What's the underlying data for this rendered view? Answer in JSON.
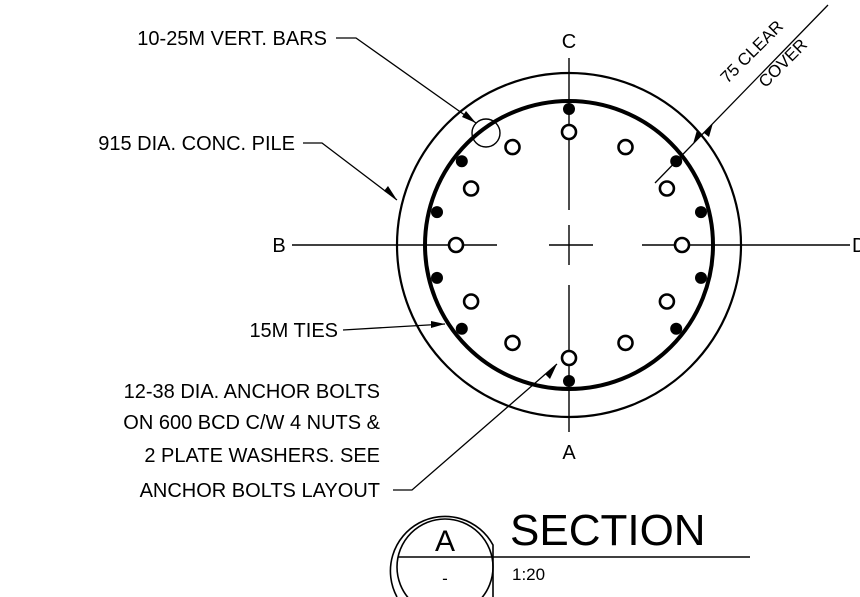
{
  "labels": {
    "vert_bars": "10-25M VERT. BARS",
    "pile": "915 DIA. CONC. PILE",
    "ties": "15M TIES",
    "anchor_bolts": [
      "12-38 DIA. ANCHOR BOLTS",
      "ON 600 BCD C/W 4 NUTS &",
      "2 PLATE WASHERS. SEE",
      "ANCHOR BOLTS LAYOUT"
    ],
    "cover_1": "75 CLEAR",
    "cover_2": "COVER"
  },
  "axes": {
    "top": "C",
    "bottom": "A",
    "left": "B",
    "right": "D"
  },
  "title_block": {
    "title": "SECTION",
    "scale": "1:20",
    "bubble_letter": "A",
    "bubble_sheet": "-"
  },
  "colors": {
    "line": "#000000",
    "background": "#ffffff"
  }
}
